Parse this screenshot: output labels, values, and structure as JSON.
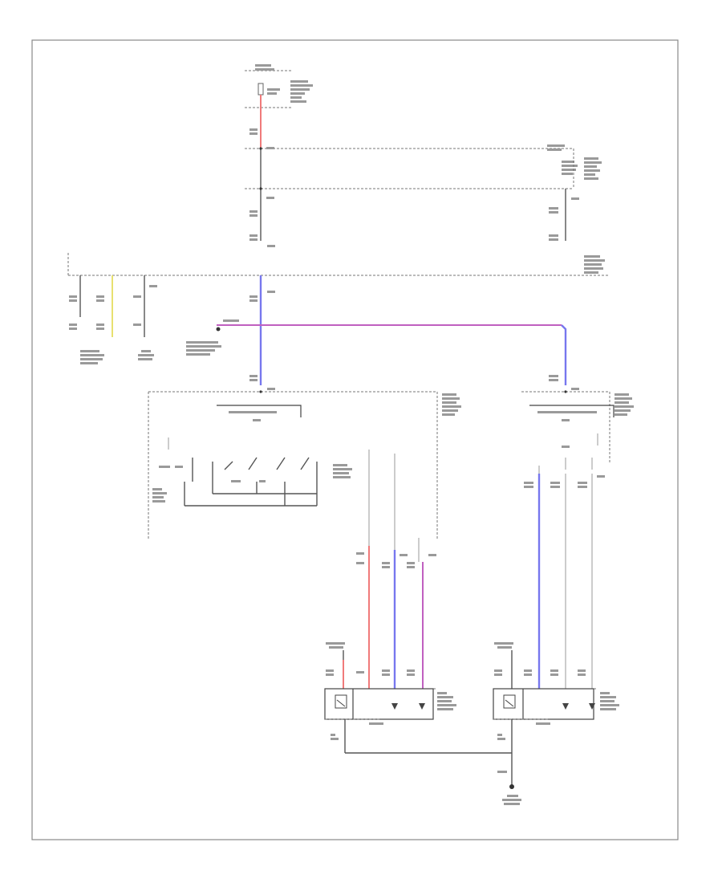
{
  "diagram": {
    "title": "",
    "footer_code": "",
    "colors": {
      "wire_black": "#555555",
      "wire_pink": "#f07a7a",
      "wire_blue": "#7777ee",
      "wire_violet": "#c060c0",
      "wire_yellow": "#e8e070",
      "wire_gray": "#aaaaaa"
    },
    "components": [
      "hot-at-all-times-fuse",
      "junction-block",
      "passenger-compartment-fuse-box",
      "hazard-switch",
      "turn-signal-switch",
      "left-mirror-switch",
      "right-mirror-switch",
      "left-outside-mirror-motor",
      "right-outside-mirror-motor",
      "ground-point"
    ]
  }
}
